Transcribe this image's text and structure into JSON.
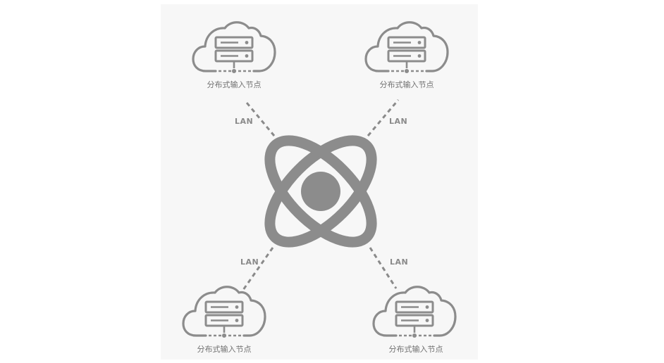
{
  "diagram": {
    "center_icon": "atom-icon",
    "cloud_icon": "cloud-server-icon",
    "nodes": [
      {
        "id": "top-left",
        "label": "分布式输入节点"
      },
      {
        "id": "top-right",
        "label": "分布式输入节点"
      },
      {
        "id": "bottom-left",
        "label": "分布式输入节点"
      },
      {
        "id": "bottom-right",
        "label": "分布式输入节点"
      }
    ],
    "links": [
      {
        "from": "center",
        "to": "top-left",
        "label": "LAN"
      },
      {
        "from": "center",
        "to": "top-right",
        "label": "LAN"
      },
      {
        "from": "center",
        "to": "bottom-left",
        "label": "LAN"
      },
      {
        "from": "center",
        "to": "bottom-right",
        "label": "LAN"
      }
    ],
    "colors": {
      "panel_background": "#f7f7f7",
      "icon_gray": "#8c8c8c",
      "line_gray": "#8a8a8a",
      "text_gray": "#707070"
    }
  }
}
